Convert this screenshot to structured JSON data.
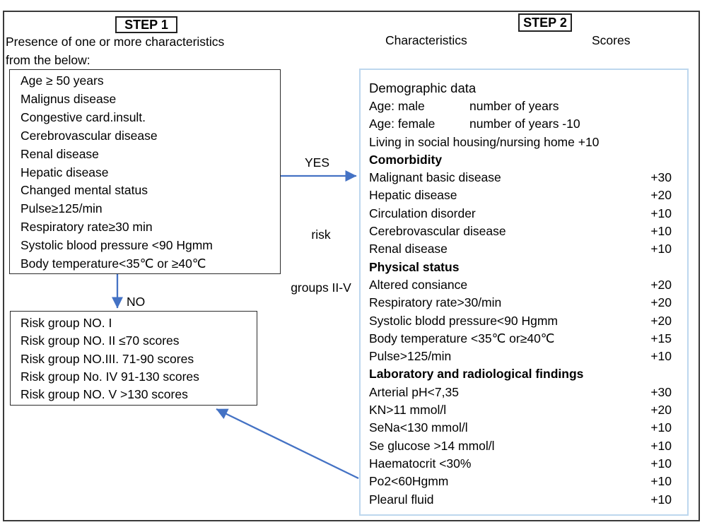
{
  "colors": {
    "arrow_blue": "#4472C4",
    "box_border": "#2b2b2b",
    "step2_border": "#bdd7ee"
  },
  "step1": {
    "label": "STEP 1",
    "intro": [
      "Presence of one or more characteristics",
      "from the below:"
    ],
    "characteristics": [
      "Age ≥ 50 years",
      "Malignus disease",
      "Congestive card.insult.",
      "Cerebrovascular disease",
      "Renal disease",
      "Hepatic disease",
      "Changed mental status",
      "Pulse≥125/min",
      "Respiratory rate≥30 min",
      "Systolic blood pressure <90 Hgmm",
      "Body temperature<35℃ or ≥40℃"
    ],
    "yes_label": "YES",
    "yes_note": [
      "risk",
      "groups II-V"
    ],
    "no_label": "NO",
    "risk_groups": [
      "Risk group NO. I",
      "Risk group NO. II ≤70 scores",
      "Risk group NO.III. 71-90 scores",
      "Risk group No. IV 91-130 scores",
      "Risk group NO. V >130 scores"
    ]
  },
  "step2": {
    "label": "STEP 2",
    "columns": {
      "characteristics": "Characteristics",
      "scores": "Scores"
    },
    "rows": [
      {
        "type": "section",
        "bold": false,
        "text": "Demographic data"
      },
      {
        "type": "pair",
        "label": "Age: male",
        "value": "number of years"
      },
      {
        "type": "pair",
        "label": "Age: female",
        "value": "number of years -10"
      },
      {
        "type": "plain",
        "text": "Living in social housing/nursing home +10"
      },
      {
        "type": "section",
        "bold": true,
        "text": "Comorbidity"
      },
      {
        "type": "score",
        "text": "Malignant basic disease",
        "score": "+30"
      },
      {
        "type": "score",
        "text": "Hepatic disease",
        "score": "+20"
      },
      {
        "type": "score",
        "text": "Circulation disorder",
        "score": "+10"
      },
      {
        "type": "score",
        "text": "Cerebrovascular disease",
        "score": "+10"
      },
      {
        "type": "score",
        "text": "Renal disease",
        "score": "+10"
      },
      {
        "type": "section",
        "bold": true,
        "text": "Physical status"
      },
      {
        "type": "score",
        "text": "Altered consiance",
        "score": "+20"
      },
      {
        "type": "score",
        "text": "Respiratory rate>30/min",
        "score": "+20"
      },
      {
        "type": "score",
        "text": "Systolic blodd pressure<90 Hgmm",
        "score": "+20"
      },
      {
        "type": "score",
        "text": "Body temperature <35℃ or≥40℃",
        "score": "+15"
      },
      {
        "type": "score",
        "text": "Pulse>125/min",
        "score": "+10"
      },
      {
        "type": "section",
        "bold": true,
        "text": "Laboratory and radiological findings"
      },
      {
        "type": "score",
        "text": "Arterial pH<7,35",
        "score": "+30"
      },
      {
        "type": "score",
        "text": "KN>11 mmol/l",
        "score": "+20"
      },
      {
        "type": "score",
        "text": "SeNa<130 mmol/l",
        "score": "+10"
      },
      {
        "type": "score",
        "text": "Se glucose >14 mmol/l",
        "score": "+10"
      },
      {
        "type": "score",
        "text": "Haematocrit <30%",
        "score": "+10"
      },
      {
        "type": "score",
        "text": "Po2<60Hgmm",
        "score": "+10"
      },
      {
        "type": "score",
        "text": "Plearul fluid",
        "score": "+10"
      }
    ]
  }
}
